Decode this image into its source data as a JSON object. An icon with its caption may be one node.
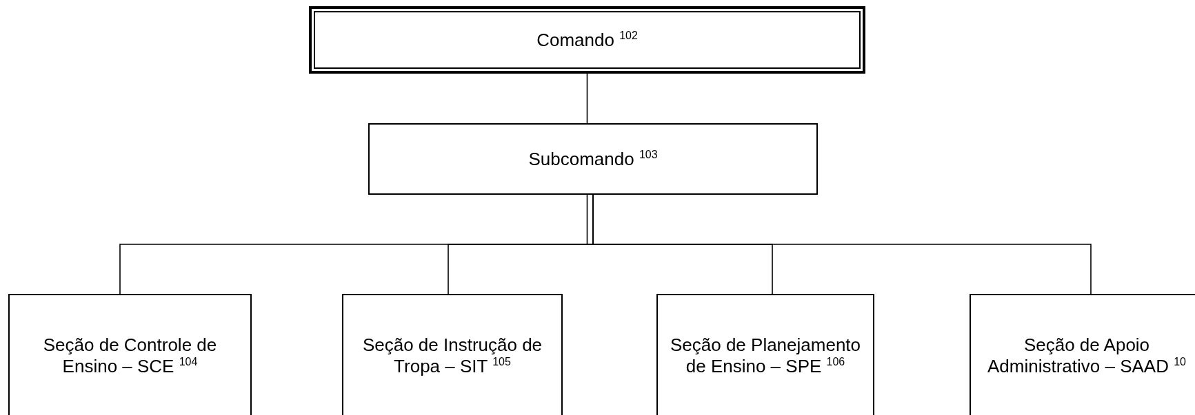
{
  "diagram": {
    "nodes": [
      {
        "text": [
          "Comando $^{102}$"
        ]
      },
      {
        "text": [
          "Subcomando $^{103}$"
        ]
      },
      {
        "text": [
          "Seção de Controle de Ensino – SCE $^{104}$"
        ]
      },
      {
        "text": [
          "Seção de Instrução de Tropa – SIT $^{105}$"
        ]
      },
      {
        "text": [
          "Seção de Planejamento de Ensino – SPE $^{106}$"
        ]
      },
      {
        "text": [
          "Seção de Apoio Administrativo – SAAD $^{10}$"
        ]
      }
    ],
    "edges": [
      {
        "from": 0,
        "to": 1,
        "arrow": "none"
      },
      {
        "from": 1,
        "to": 2,
        "arrow": "none"
      },
      {
        "from": 1,
        "to": 3,
        "arrow": "none"
      },
      {
        "from": 1,
        "to": 4,
        "arrow": "none"
      },
      {
        "from": 1,
        "to": 5,
        "arrow": "none"
      }
    ]
  }
}
